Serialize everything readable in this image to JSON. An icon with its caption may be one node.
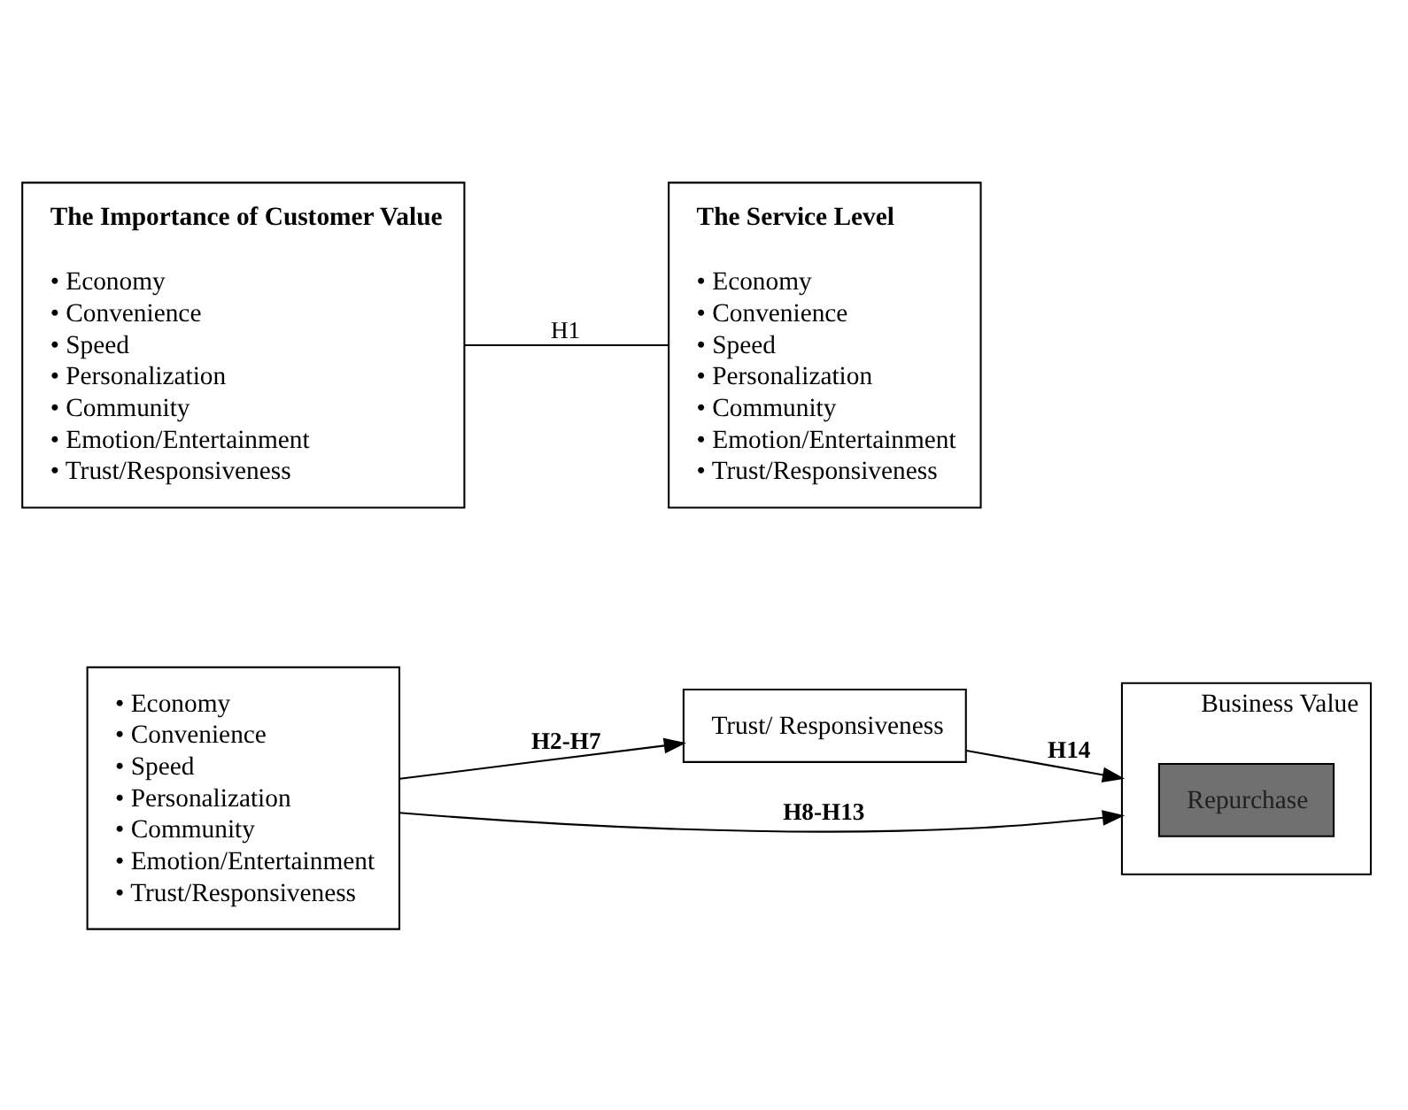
{
  "diagram": {
    "nodes": [
      {
        "text": [
          "The Importance of Customer Value",
          "• Economy",
          "• Convenience",
          "• Speed",
          "• Personalization",
          "• Community",
          "• Emotion/Entertainment",
          "• Trust/Responsiveness"
        ]
      },
      {
        "text": [
          "The Service Level",
          "• Economy",
          "• Convenience",
          "• Speed",
          "• Personalization",
          "• Community",
          "• Emotion/Entertainment",
          "• Trust/Responsiveness"
        ]
      },
      {
        "text": [
          "• Economy",
          "• Convenience",
          "• Speed",
          "• Personalization",
          "• Community",
          "• Emotion/Entertainment",
          "• Trust/Responsiveness"
        ]
      },
      {
        "text": [
          "Trust/ Responsiveness"
        ]
      },
      {
        "text": [
          "Business Value"
        ]
      },
      {
        "text": [
          "Repurchase"
        ],
        "in": 4
      }
    ],
    "edges": [
      {
        "from": 0,
        "to": 1,
        "arrow": "none",
        "label": "H1"
      },
      {
        "from": 2,
        "to": 4,
        "arrow": "to",
        "label": "H8-H13"
      },
      {
        "from": 2,
        "to": 3,
        "arrow": "to",
        "label": "H2-H7"
      },
      {
        "from": 3,
        "to": 4,
        "arrow": "to",
        "label": "H14"
      }
    ]
  }
}
